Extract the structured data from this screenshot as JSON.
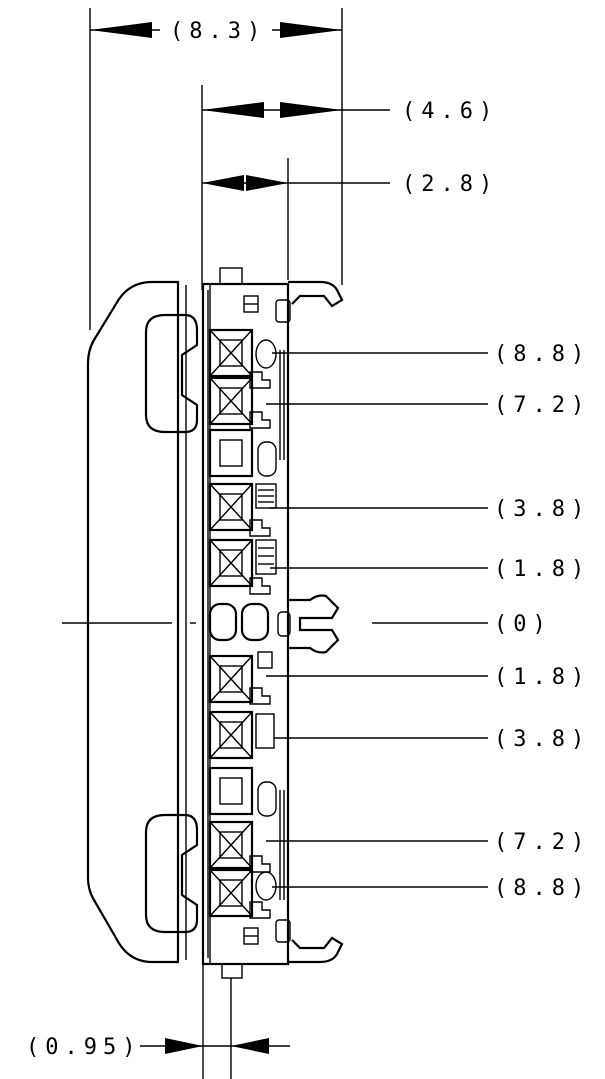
{
  "dimensions": {
    "top": [
      {
        "id": "overall_width",
        "label": "(8.3)"
      },
      {
        "id": "latch_offset",
        "label": "(4.6)"
      },
      {
        "id": "body_offset",
        "label": "(2.8)"
      }
    ],
    "right": [
      {
        "id": "r1",
        "label": "(8.8)"
      },
      {
        "id": "r2",
        "label": "(7.2)"
      },
      {
        "id": "r3",
        "label": "(3.8)"
      },
      {
        "id": "r4",
        "label": "(1.8)"
      },
      {
        "id": "r5",
        "label": "(0)"
      },
      {
        "id": "r6",
        "label": "(1.8)"
      },
      {
        "id": "r7",
        "label": "(3.8)"
      },
      {
        "id": "r8",
        "label": "(7.2)"
      },
      {
        "id": "r9",
        "label": "(8.8)"
      }
    ],
    "bottom": [
      {
        "id": "pin_offset",
        "label": "(0.95)"
      }
    ]
  },
  "colors": {
    "line": "#000000",
    "background": "#ffffff"
  }
}
